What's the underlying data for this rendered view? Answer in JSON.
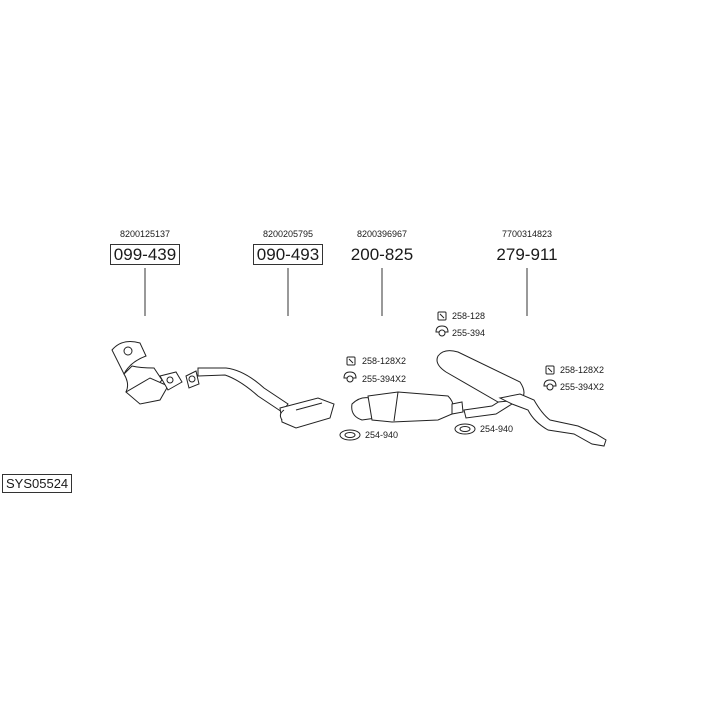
{
  "system_code": "SYS05524",
  "assemblies": [
    {
      "oem": "8200125137",
      "part": "099-439"
    },
    {
      "oem": "8200205795",
      "part": "090-493"
    },
    {
      "oem": "8200396967",
      "part": "200-825"
    },
    {
      "oem": "7700314823",
      "part": "279-911"
    }
  ],
  "accessories": {
    "middle_upper": [
      "258-128X2",
      "255-394X2"
    ],
    "middle_clamp": "254-940",
    "rear_upper": [
      "258-128",
      "255-394"
    ],
    "rear_side": [
      "258-128X2",
      "255-394X2"
    ],
    "rear_clamp": "254-940"
  }
}
